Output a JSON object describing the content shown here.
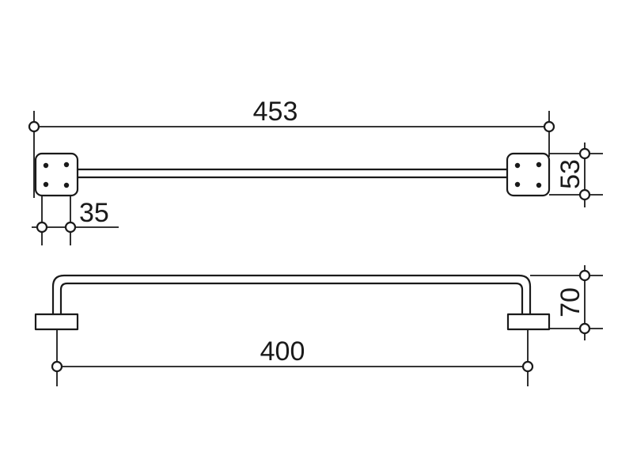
{
  "dimensions": {
    "overall_length": "453",
    "bracket_width": "35",
    "bracket_height": "53",
    "projection": "70",
    "center_distance": "400"
  },
  "colors": {
    "line": "#1a1a1a",
    "background": "#ffffff"
  }
}
